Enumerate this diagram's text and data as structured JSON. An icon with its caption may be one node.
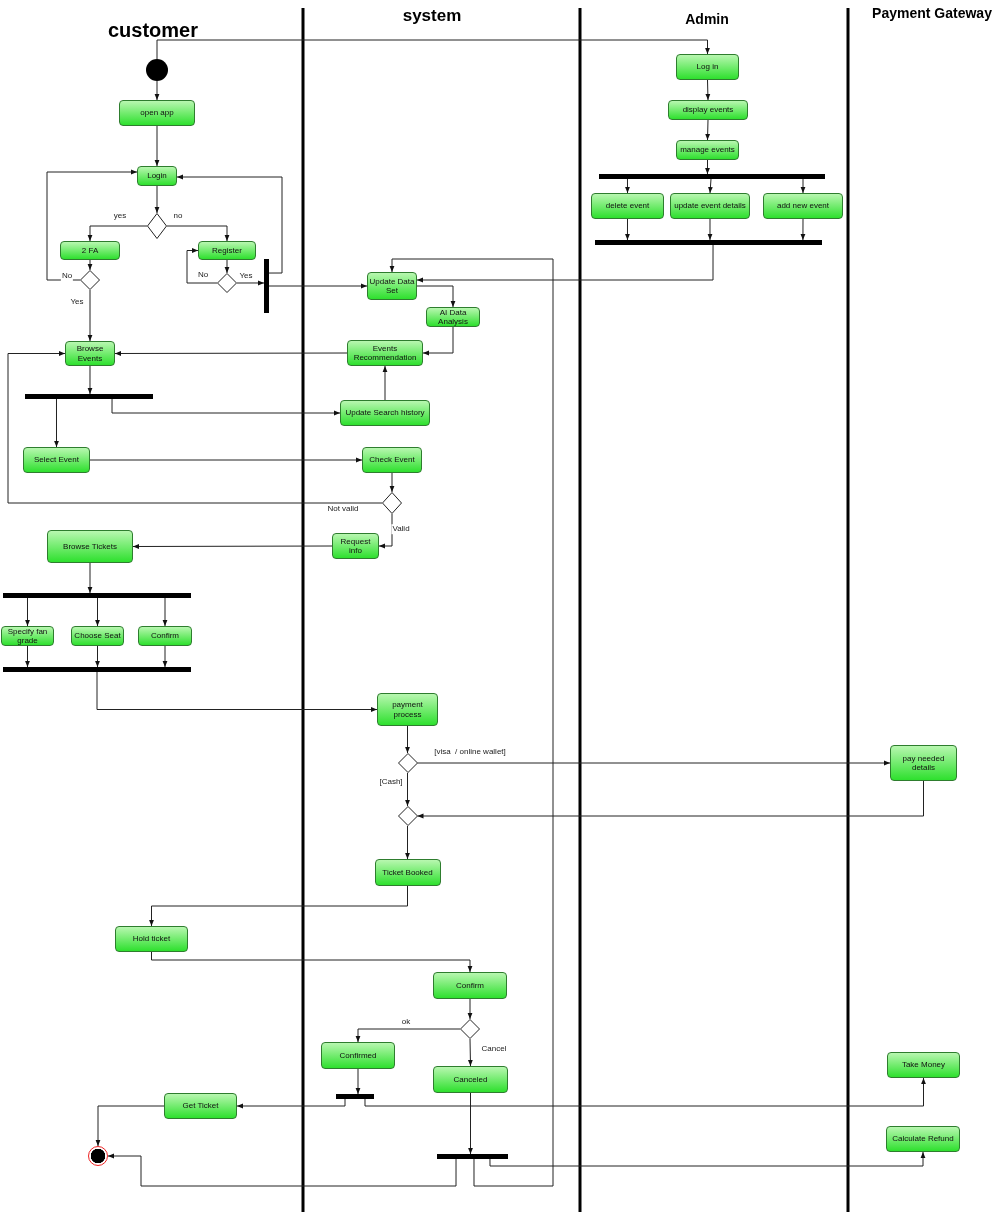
{
  "diagram": {
    "nodes": [
      {
        "text": [],
        "shape": "circle"
      },
      {
        "text": [
          "open app"
        ]
      },
      {
        "text": [
          "Login"
        ]
      },
      {
        "text": [],
        "shape": "diamond"
      },
      {
        "text": [
          "2 FA"
        ]
      },
      {
        "text": [
          "Register"
        ]
      },
      {
        "text": [],
        "shape": "diamond"
      },
      {
        "text": [],
        "shape": "diamond"
      },
      {
        "text": [],
        "shape": "bar"
      },
      {
        "text": [
          "Browse Events"
        ]
      },
      {
        "text": [],
        "shape": "bar"
      },
      {
        "text": [
          "Select Event"
        ]
      },
      {
        "text": [
          "Update Data Set"
        ]
      },
      {
        "text": [
          "AI Data Analysis"
        ]
      },
      {
        "text": [
          "Events Recommendation"
        ]
      },
      {
        "text": [
          "Update Search history"
        ]
      },
      {
        "text": [
          "Check Event"
        ]
      },
      {
        "text": [],
        "shape": "diamond"
      },
      {
        "text": [
          "Request info"
        ]
      },
      {
        "text": [
          "Browse Tickets"
        ]
      },
      {
        "text": [],
        "shape": "bar"
      },
      {
        "text": [
          "Specify fan grade"
        ]
      },
      {
        "text": [
          "Choose Seat"
        ]
      },
      {
        "text": [
          "Confirm"
        ]
      },
      {
        "text": [],
        "shape": "bar"
      },
      {
        "text": [
          "payment process"
        ]
      },
      {
        "text": [],
        "shape": "diamond"
      },
      {
        "text": [
          "pay needed details"
        ]
      },
      {
        "text": [],
        "shape": "diamond"
      },
      {
        "text": [
          "Ticket Booked"
        ]
      },
      {
        "text": [
          "Hold ticket"
        ]
      },
      {
        "text": [
          "Confirm"
        ]
      },
      {
        "text": [],
        "shape": "diamond"
      },
      {
        "text": [
          "Confirmed"
        ]
      },
      {
        "text": [
          "Canceled"
        ]
      },
      {
        "text": [],
        "shape": "bar"
      },
      {
        "text": [
          "Get Ticket"
        ]
      },
      {
        "text": [
          "Take Money"
        ]
      },
      {
        "text": [],
        "shape": "bar"
      },
      {
        "text": [],
        "shape": "circle"
      },
      {
        "text": [
          "Calculate Refund"
        ]
      },
      {
        "text": [
          "Log in"
        ]
      },
      {
        "text": [
          "display events"
        ]
      },
      {
        "text": [
          "manage events"
        ]
      },
      {
        "text": [],
        "shape": "bar"
      },
      {
        "text": [
          "delete event"
        ]
      },
      {
        "text": [
          "update event details"
        ]
      },
      {
        "text": [
          "add new event"
        ]
      },
      {
        "text": [],
        "shape": "bar"
      }
    ],
    "edges": [
      {
        "from": 0,
        "to": 41,
        "arrow": "to"
      },
      {
        "from": 0,
        "to": 1,
        "arrow": "to"
      },
      {
        "from": 1,
        "to": 2,
        "arrow": "to"
      },
      {
        "from": 2,
        "to": 3,
        "arrow": "to"
      },
      {
        "from": 3,
        "to": 4,
        "arrow": "to",
        "label": "yes"
      },
      {
        "from": 3,
        "to": 5,
        "arrow": "to",
        "label": "no"
      },
      {
        "from": 4,
        "to": 6,
        "arrow": "to"
      },
      {
        "from": 6,
        "to": 2,
        "arrow": "to",
        "label": "No"
      },
      {
        "from": 6,
        "to": 9,
        "arrow": "to",
        "label": "Yes"
      },
      {
        "from": 5,
        "to": 7,
        "arrow": "to"
      },
      {
        "from": 7,
        "to": 5,
        "arrow": "to",
        "label": "No"
      },
      {
        "from": 7,
        "to": 8,
        "arrow": "to",
        "label": "Yes"
      },
      {
        "from": 8,
        "to": 2,
        "arrow": "to"
      },
      {
        "from": 8,
        "to": 12,
        "arrow": "to"
      },
      {
        "from": 12,
        "to": 13,
        "arrow": "to"
      },
      {
        "from": 13,
        "to": 14,
        "arrow": "to"
      },
      {
        "from": 14,
        "to": 9,
        "arrow": "to"
      },
      {
        "from": 9,
        "to": 10,
        "arrow": "to"
      },
      {
        "from": 10,
        "to": 11,
        "arrow": "to"
      },
      {
        "from": 10,
        "to": 15,
        "arrow": "to"
      },
      {
        "from": 15,
        "to": 14,
        "arrow": "to"
      },
      {
        "from": 11,
        "to": 16,
        "arrow": "to"
      },
      {
        "from": 16,
        "to": 17,
        "arrow": "to"
      },
      {
        "from": 17,
        "to": 9,
        "arrow": "to",
        "label": "Not valid"
      },
      {
        "from": 17,
        "to": 18,
        "arrow": "to",
        "label": "Valid"
      },
      {
        "from": 18,
        "to": 19,
        "arrow": "to"
      },
      {
        "from": 19,
        "to": 20,
        "arrow": "to"
      },
      {
        "from": 20,
        "to": 21,
        "arrow": "to"
      },
      {
        "from": 20,
        "to": 22,
        "arrow": "to"
      },
      {
        "from": 20,
        "to": 23,
        "arrow": "to"
      },
      {
        "from": 21,
        "to": 24,
        "arrow": "to"
      },
      {
        "from": 22,
        "to": 24,
        "arrow": "to"
      },
      {
        "from": 23,
        "to": 24,
        "arrow": "to"
      },
      {
        "from": 24,
        "to": 25,
        "arrow": "to"
      },
      {
        "from": 25,
        "to": 26,
        "arrow": "to"
      },
      {
        "from": 26,
        "to": 27,
        "arrow": "to",
        "label": "[visa  / online wallet]"
      },
      {
        "from": 26,
        "to": 28,
        "arrow": "to",
        "label": "[Cash]"
      },
      {
        "from": 27,
        "to": 28,
        "arrow": "to"
      },
      {
        "from": 28,
        "to": 29,
        "arrow": "to"
      },
      {
        "from": 29,
        "to": 30,
        "arrow": "to"
      },
      {
        "from": 30,
        "to": 31,
        "arrow": "to"
      },
      {
        "from": 31,
        "to": 32,
        "arrow": "to"
      },
      {
        "from": 32,
        "to": 33,
        "arrow": "to",
        "label": "ok"
      },
      {
        "from": 32,
        "to": 34,
        "arrow": "to",
        "label": "Cancel"
      },
      {
        "from": 33,
        "to": 35,
        "arrow": "to"
      },
      {
        "from": 35,
        "to": 36,
        "arrow": "to"
      },
      {
        "from": 35,
        "to": 37,
        "arrow": "to"
      },
      {
        "from": 36,
        "to": 39,
        "arrow": "to"
      },
      {
        "from": 34,
        "to": 38,
        "arrow": "to"
      },
      {
        "from": 38,
        "to": 39,
        "arrow": "to"
      },
      {
        "from": 38,
        "to": 12,
        "arrow": "to"
      },
      {
        "from": 38,
        "to": 40,
        "arrow": "to"
      },
      {
        "from": 41,
        "to": 42,
        "arrow": "to"
      },
      {
        "from": 42,
        "to": 43,
        "arrow": "to"
      },
      {
        "from": 43,
        "to": 44,
        "arrow": "to"
      },
      {
        "from": 44,
        "to": 45,
        "arrow": "to"
      },
      {
        "from": 44,
        "to": 46,
        "arrow": "to"
      },
      {
        "from": 44,
        "to": 47,
        "arrow": "to"
      },
      {
        "from": 45,
        "to": 48,
        "arrow": "to"
      },
      {
        "from": 46,
        "to": 48,
        "arrow": "to"
      },
      {
        "from": 47,
        "to": 48,
        "arrow": "to"
      },
      {
        "from": 48,
        "to": 12,
        "arrow": "to"
      }
    ],
    "labels": [
      "customer",
      "system",
      "Admin",
      "Payment Gateway"
    ]
  }
}
